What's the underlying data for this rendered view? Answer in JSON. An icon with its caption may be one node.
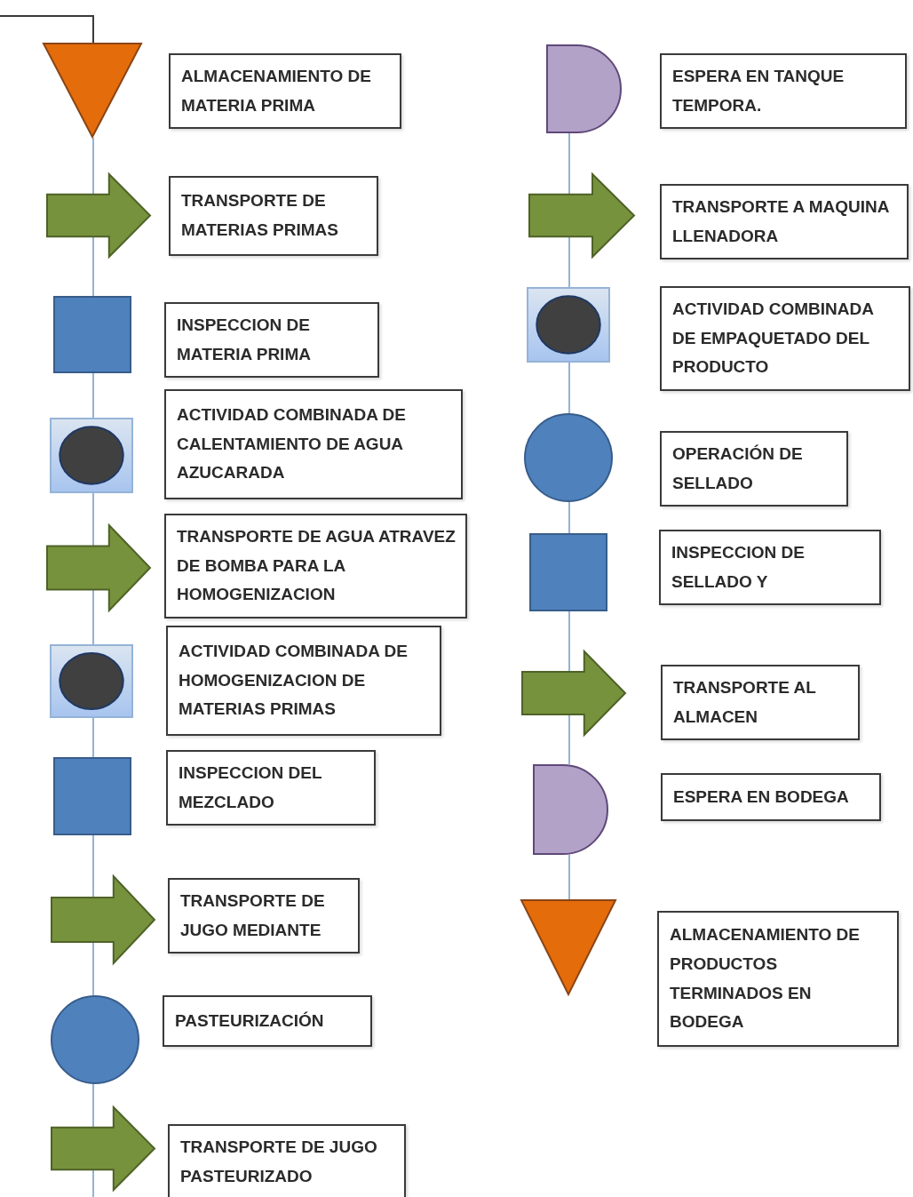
{
  "diagram": {
    "nodes": [
      {
        "text": [],
        "shape": "triangle"
      },
      {
        "text": [
          "ALMACENAMIENTO DE MATERIA PRIMA"
        ]
      },
      {
        "text": [],
        "shape": "arrow"
      },
      {
        "text": [
          "TRANSPORTE DE MATERIAS PRIMAS"
        ]
      },
      {
        "text": [],
        "shape": "square"
      },
      {
        "text": [
          "INSPECCION DE MATERIA PRIMA"
        ]
      },
      {
        "text": [],
        "shape": "composite"
      },
      {
        "text": [
          "ACTIVIDAD COMBINADA DE CALENTAMIENTO DE AGUA AZUCARADA"
        ]
      },
      {
        "text": [],
        "shape": "arrow"
      },
      {
        "text": [
          "TRANSPORTE DE AGUA ATRAVEZ DE BOMBA PARA LA HOMOGENIZACION"
        ]
      },
      {
        "text": [],
        "shape": "composite"
      },
      {
        "text": [
          "ACTIVIDAD COMBINADA DE HOMOGENIZACION DE MATERIAS PRIMAS"
        ]
      },
      {
        "text": [],
        "shape": "square"
      },
      {
        "text": [
          "INSPECCION DEL MEZCLADO"
        ]
      },
      {
        "text": [],
        "shape": "arrow"
      },
      {
        "text": [
          "TRANSPORTE DE JUGO MEDIANTE"
        ]
      },
      {
        "text": [],
        "shape": "circle"
      },
      {
        "text": [
          "PASTEURIZACIÓN"
        ]
      },
      {
        "text": [],
        "shape": "arrow"
      },
      {
        "text": [
          "TRANSPORTE DE JUGO PASTEURIZADO"
        ]
      },
      {
        "text": [],
        "shape": "delay"
      },
      {
        "text": [
          "ESPERA EN TANQUE TEMPORA."
        ]
      },
      {
        "text": [],
        "shape": "arrow"
      },
      {
        "text": [
          "TRANSPORTE A MAQUINA LLENADORA"
        ]
      },
      {
        "text": [],
        "shape": "composite"
      },
      {
        "text": [
          "ACTIVIDAD COMBINADA DE EMPAQUETADO DEL PRODUCTO"
        ]
      },
      {
        "text": [],
        "shape": "circle"
      },
      {
        "text": [
          "OPERACIÓN DE SELLADO"
        ]
      },
      {
        "text": [],
        "shape": "square"
      },
      {
        "text": [
          "INSPECCION DE SELLADO Y"
        ]
      },
      {
        "text": [],
        "shape": "arrow"
      },
      {
        "text": [
          "TRANSPORTE AL ALMACEN"
        ]
      },
      {
        "text": [],
        "shape": "delay"
      },
      {
        "text": [
          "ESPERA EN BODEGA"
        ]
      },
      {
        "text": [],
        "shape": "triangle"
      },
      {
        "text": [
          "ALMACENAMIENTO DE PRODUCTOS TERMINADOS EN BODEGA"
        ]
      }
    ],
    "edges": [
      {
        "from": null,
        "to": 0,
        "arrow": "none",
        "color": "#3a3a3a"
      },
      {
        "from": 0,
        "to": 2,
        "arrow": "none"
      },
      {
        "from": 2,
        "to": 4,
        "arrow": "none"
      },
      {
        "from": 4,
        "to": 6,
        "arrow": "none"
      },
      {
        "from": 6,
        "to": 8,
        "arrow": "none"
      },
      {
        "from": 8,
        "to": 10,
        "arrow": "none"
      },
      {
        "from": 10,
        "to": 12,
        "arrow": "none"
      },
      {
        "from": 12,
        "to": 14,
        "arrow": "none"
      },
      {
        "from": 14,
        "to": 16,
        "arrow": "none"
      },
      {
        "from": 16,
        "to": 18,
        "arrow": "none"
      },
      {
        "from": 18,
        "to": null,
        "arrow": "none"
      },
      {
        "from": 20,
        "to": 22,
        "arrow": "none"
      },
      {
        "from": 22,
        "to": 24,
        "arrow": "none"
      },
      {
        "from": 24,
        "to": 26,
        "arrow": "none"
      },
      {
        "from": 26,
        "to": 28,
        "arrow": "none"
      },
      {
        "from": 28,
        "to": 30,
        "arrow": "none"
      },
      {
        "from": 30,
        "to": 32,
        "arrow": "none"
      },
      {
        "from": 32,
        "to": 34,
        "arrow": "none"
      }
    ]
  }
}
